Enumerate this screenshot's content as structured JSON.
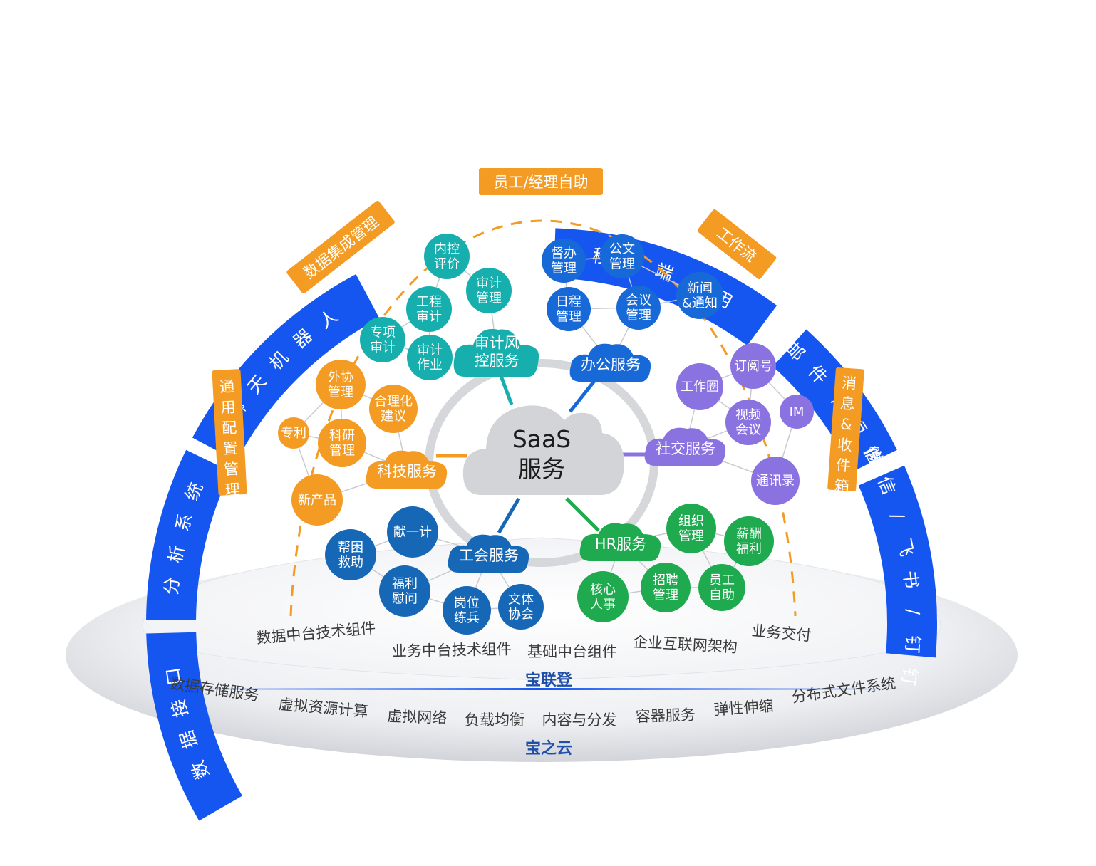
{
  "colors": {
    "arc_blue": "#1556F1",
    "orange": "#F39B22",
    "teal": "#17AFAE",
    "office_blue": "#1869D8",
    "purple": "#8A73E0",
    "green": "#1FAA4F",
    "union_blue": "#1667B6",
    "center_grey": "#D3D4D8"
  },
  "outer_ring": [
    {
      "label": "聊天机器人"
    },
    {
      "label": "移动端应用"
    },
    {
      "label": "分析系统"
    },
    {
      "label": "邮件/短信"
    },
    {
      "label": "数据接口"
    },
    {
      "label": "微信/飞书/钉钉"
    }
  ],
  "inner_tags": {
    "top": "员工/经理自助",
    "upper_left": "数据集成管理",
    "upper_right": "工作流",
    "left": "通用配置管理",
    "right": "消息&收件箱"
  },
  "center": {
    "line1": "SaaS",
    "line2": "服务"
  },
  "services": {
    "audit": {
      "hub": [
        "审计风",
        "控服务"
      ],
      "items": [
        [
          "内控",
          "评价"
        ],
        [
          "审计",
          "管理"
        ],
        [
          "工程",
          "审计"
        ],
        [
          "专项",
          "审计"
        ],
        [
          "审计",
          "作业"
        ]
      ]
    },
    "office": {
      "hub": [
        "办公服务"
      ],
      "items": [
        [
          "督办",
          "管理"
        ],
        [
          "公文",
          "管理"
        ],
        [
          "日程",
          "管理"
        ],
        [
          "会议",
          "管理"
        ],
        [
          "新闻",
          "&通知"
        ]
      ]
    },
    "tech": {
      "hub": [
        "科技服务"
      ],
      "items": [
        [
          "外协",
          "管理"
        ],
        [
          "合理化",
          "建议"
        ],
        [
          "专利"
        ],
        [
          "科研",
          "管理"
        ],
        [
          "新产品"
        ]
      ]
    },
    "social": {
      "hub": [
        "社交服务"
      ],
      "items": [
        [
          "订阅号"
        ],
        [
          "工作圈"
        ],
        [
          "视频",
          "会议"
        ],
        [
          "IM"
        ],
        [
          "通讯录"
        ]
      ]
    },
    "union": {
      "hub": [
        "工会服务"
      ],
      "items": [
        [
          "献一计"
        ],
        [
          "帮困",
          "救助"
        ],
        [
          "福利",
          "慰问"
        ],
        [
          "岗位",
          "练兵"
        ],
        [
          "文体",
          "协会"
        ]
      ]
    },
    "hr": {
      "hub": [
        "HR服务"
      ],
      "items": [
        [
          "组织",
          "管理"
        ],
        [
          "薪酬",
          "福利"
        ],
        [
          "员工",
          "自助"
        ],
        [
          "招聘",
          "管理"
        ],
        [
          "核心",
          "人事"
        ]
      ]
    }
  },
  "platform_baolian": {
    "title": "宝联登",
    "items": [
      "数据中台技术组件",
      "业务中台技术组件",
      "基础中台组件",
      "企业互联网架构",
      "业务交付"
    ]
  },
  "platform_baozhiyun": {
    "title": "宝之云",
    "items": [
      "数据存储服务",
      "虚拟资源计算",
      "虚拟网络",
      "负载均衡",
      "内容与分发",
      "容器服务",
      "弹性伸缩",
      "分布式文件系统"
    ]
  }
}
